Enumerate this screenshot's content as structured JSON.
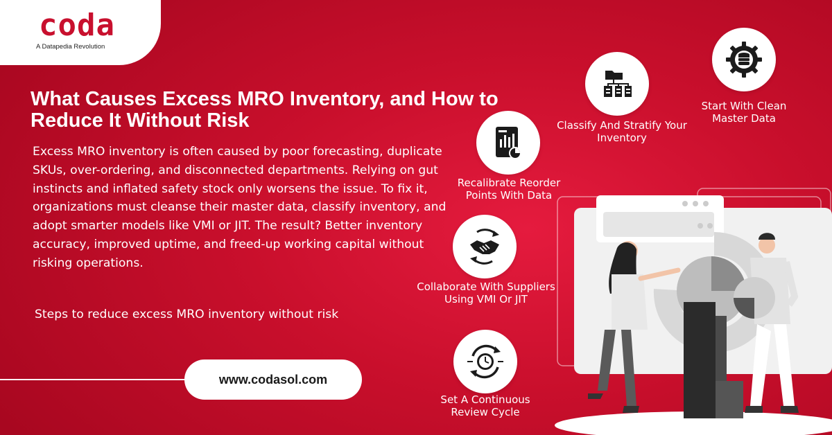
{
  "brand": {
    "logo_text": "coda",
    "tagline": "A Datapedia Revolution",
    "accent_color": "#c8102e",
    "background_color": "#d4122f"
  },
  "headline": "What Causes Excess MRO Inventory, and How to Reduce It Without Risk",
  "body": "Excess MRO inventory is often caused by poor forecasting, duplicate SKUs, over-ordering, and disconnected departments. Relying on gut instincts and inflated safety stock only worsens the issue. To fix it, organizations must cleanse their master data, classify inventory, and adopt smarter models like VMI or JIT. The result? Better inventory accuracy, improved uptime, and freed-up working capital without risking operations.",
  "steps_intro": "Steps to reduce excess MRO inventory without risk",
  "website": "www.codasol.com",
  "steps": [
    {
      "label": "Start With Clean Master Data",
      "icon": "database-gear-icon"
    },
    {
      "label": "Classify And Stratify Your Inventory",
      "icon": "hierarchy-folder-icon"
    },
    {
      "label": "Recalibrate Reorder Points With Data",
      "icon": "report-chart-icon"
    },
    {
      "label": "Collaborate With Suppliers Using VMI Or JIT",
      "icon": "handshake-icon"
    },
    {
      "label": "Set A Continuous Review Cycle",
      "icon": "cycle-clock-icon"
    }
  ]
}
